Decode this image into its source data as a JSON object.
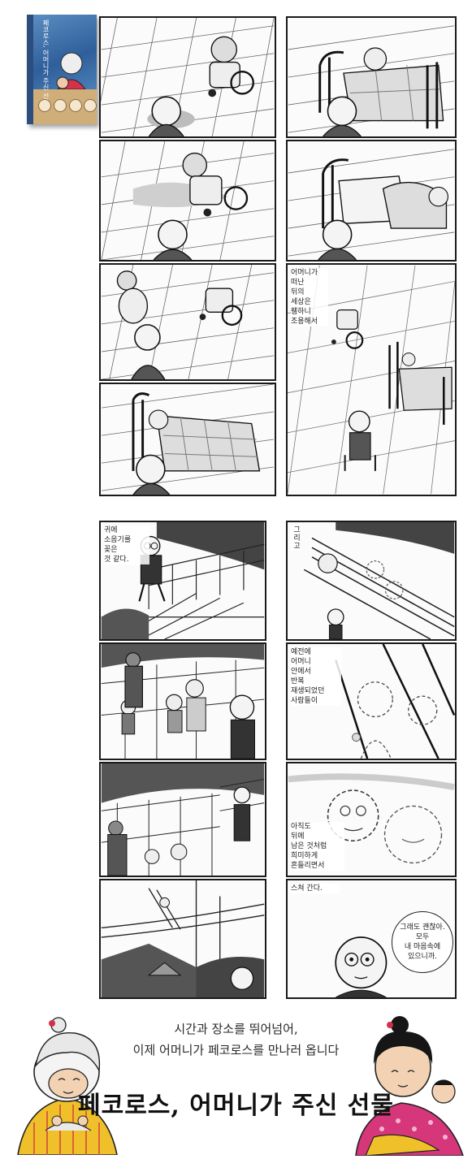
{
  "book_cover": {
    "title": "페코로스,\n어머니가 주신 선물"
  },
  "captions": {
    "page1_right_p3": "어머니가\n떠난\n뒤의\n세상은\n휑하니\n조용해서",
    "page2_left_p1": "귀에\n소음기를\n꽂은\n것 같다.",
    "page2_right_p1": "그리고",
    "page2_right_p2": "예전에\n어머니\n안에서\n반복\n재생되었던\n사람들이",
    "page2_right_p3": "아직도\n뒤에\n남은 것처럼\n희미하게\n흔들리면서",
    "page2_right_p4": "스쳐 간다.",
    "page2_right_bubble": "그래도 괜찮아.\n모두\n내 마음속에\n있으니까."
  },
  "promo": {
    "line1": "시간과 장소를 뛰어넘어,",
    "line2": "이제 어머니가 페코로스를 만나러 옵니다",
    "title": "페코로스, 어머니가 주신 선물"
  }
}
